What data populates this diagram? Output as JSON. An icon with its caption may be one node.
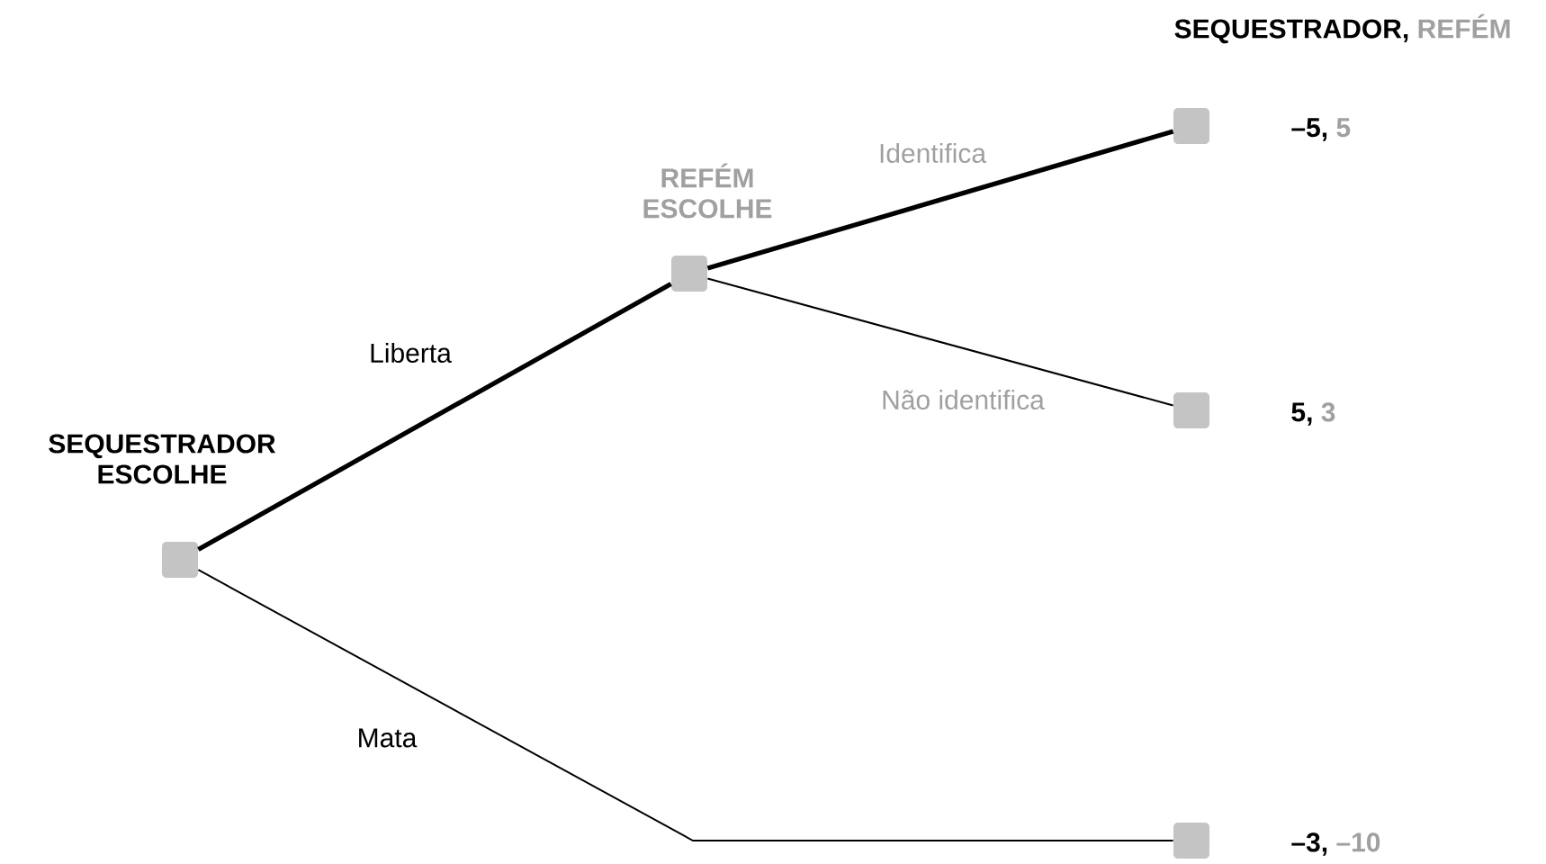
{
  "diagram": {
    "nodes": [
      {
        "text": [
          "SEQUESTRADOR ESCOLHE"
        ]
      },
      {
        "text": [
          "REFÉM ESCOLHE"
        ]
      },
      {
        "text": [],
        "shape": "box",
        "beside": [
          "–5,",
          "5"
        ]
      },
      {
        "text": [],
        "shape": "box",
        "beside": [
          "5,",
          "3"
        ]
      },
      {
        "text": [],
        "shape": "box",
        "beside": [
          "–3,",
          "–10"
        ]
      }
    ],
    "edges": [
      {
        "from": 0,
        "to": 1,
        "arrow": "none",
        "label": "Liberta",
        "style": "thick"
      },
      {
        "from": 0,
        "to": 4,
        "arrow": "none",
        "label": "Mata"
      },
      {
        "from": 1,
        "to": 2,
        "arrow": "none",
        "label": "Identifica",
        "style": "thick"
      },
      {
        "from": 1,
        "to": 3,
        "arrow": "none",
        "label": "Não identifica"
      }
    ],
    "labels": [
      "SEQUESTRADOR,",
      "REFÉM"
    ]
  }
}
